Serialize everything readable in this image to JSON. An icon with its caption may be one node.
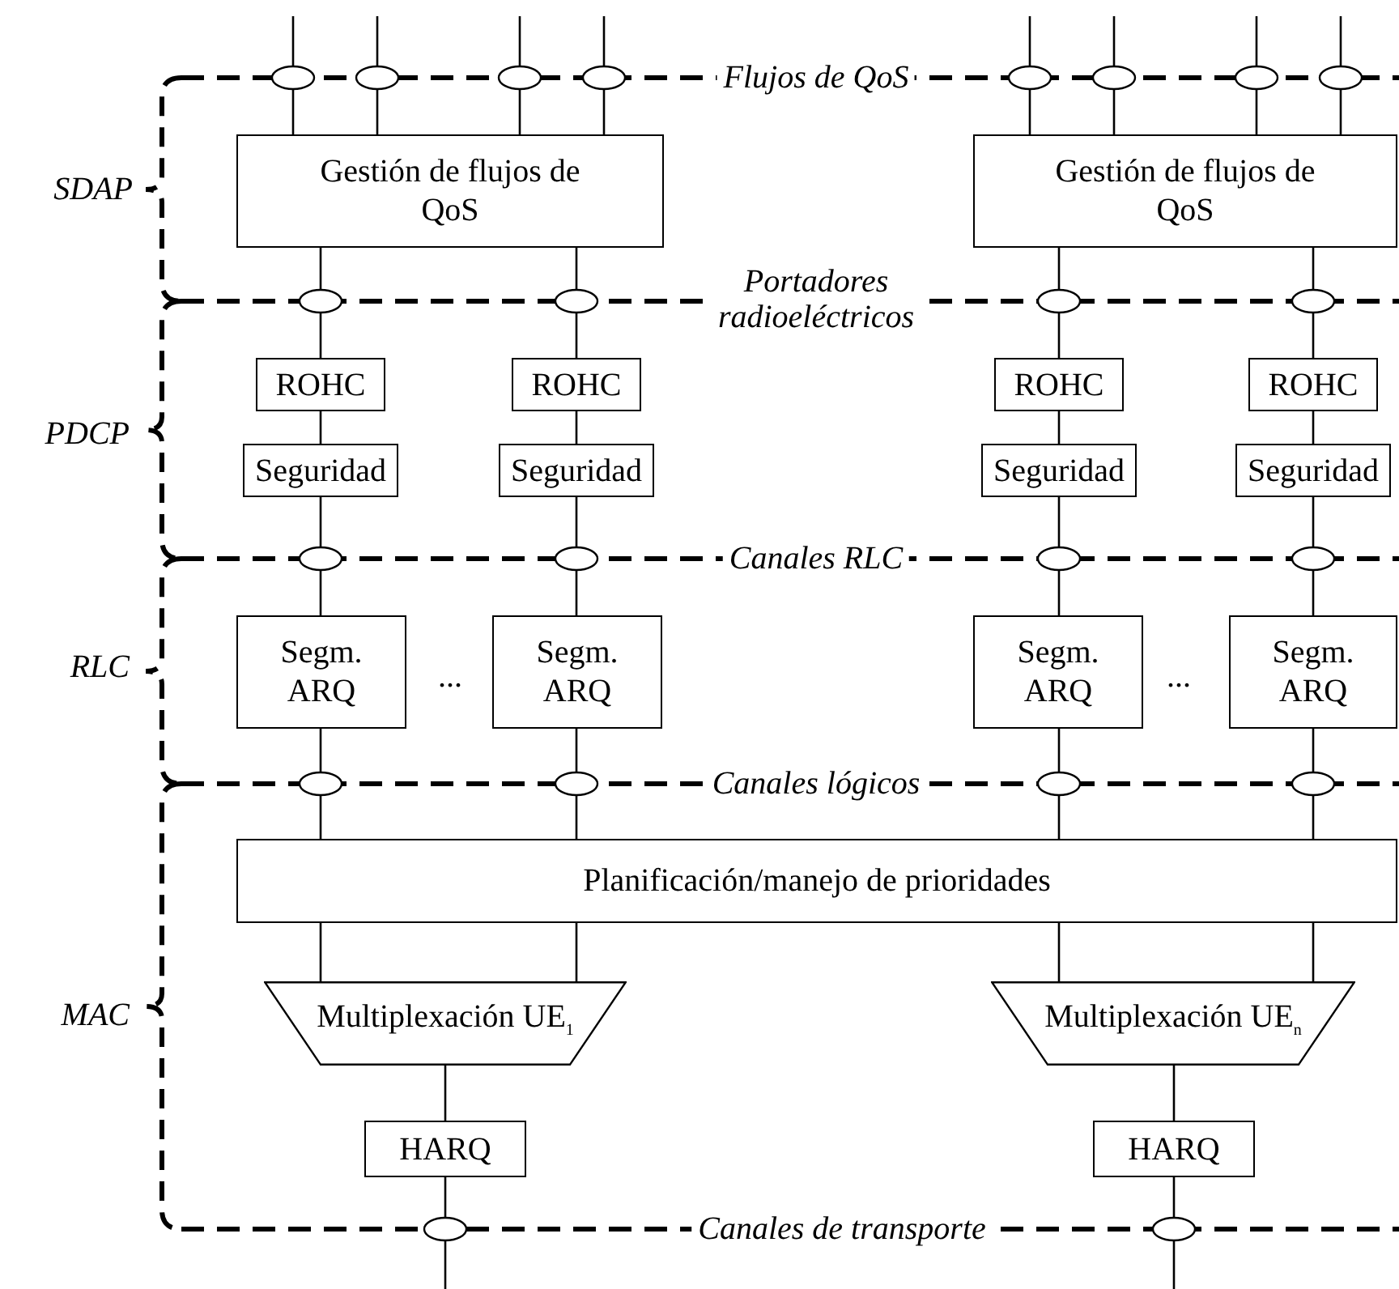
{
  "diagram": {
    "nodes": [
      {
        "text": [
          "Gestión de flujos de QoS"
        ]
      },
      {
        "text": [
          "Gestión de flujos de QoS"
        ]
      },
      {
        "text": [
          "ROHC"
        ]
      },
      {
        "text": [
          "ROHC"
        ]
      },
      {
        "text": [
          "ROHC"
        ]
      },
      {
        "text": [
          "ROHC"
        ]
      },
      {
        "text": [
          "Seguridad"
        ]
      },
      {
        "text": [
          "Seguridad"
        ]
      },
      {
        "text": [
          "Seguridad"
        ]
      },
      {
        "text": [
          "Seguridad"
        ]
      },
      {
        "text": [
          "Segm. ARQ"
        ]
      },
      {
        "text": [
          "Segm. ARQ"
        ]
      },
      {
        "text": [
          "Segm. ARQ"
        ]
      },
      {
        "text": [
          "Segm. ARQ"
        ]
      },
      {
        "text": [
          "Planificación/manejo de prioridades"
        ]
      },
      {
        "text": [
          "Multiplexación UE$_{1}$"
        ]
      },
      {
        "text": [
          "Multiplexación UE$_{n}$"
        ]
      },
      {
        "text": [
          "HARQ"
        ]
      },
      {
        "text": [
          "HARQ"
        ]
      }
    ],
    "edges": [
      {
        "from": null,
        "to": 0,
        "arrow": "none"
      },
      {
        "from": null,
        "to": 0,
        "arrow": "none"
      },
      {
        "from": null,
        "to": 0,
        "arrow": "none"
      },
      {
        "from": null,
        "to": 0,
        "arrow": "none"
      },
      {
        "from": null,
        "to": 1,
        "arrow": "none"
      },
      {
        "from": null,
        "to": 1,
        "arrow": "none"
      },
      {
        "from": null,
        "to": 1,
        "arrow": "none"
      },
      {
        "from": null,
        "to": 1,
        "arrow": "none"
      },
      {
        "from": 0,
        "to": 2,
        "arrow": "none"
      },
      {
        "from": 0,
        "to": 3,
        "arrow": "none"
      },
      {
        "from": 1,
        "to": 4,
        "arrow": "none"
      },
      {
        "from": 1,
        "to": 5,
        "arrow": "none"
      },
      {
        "from": 2,
        "to": 6,
        "arrow": "none"
      },
      {
        "from": 3,
        "to": 7,
        "arrow": "none"
      },
      {
        "from": 4,
        "to": 8,
        "arrow": "none"
      },
      {
        "from": 5,
        "to": 9,
        "arrow": "none"
      },
      {
        "from": 6,
        "to": 10,
        "arrow": "none"
      },
      {
        "from": 7,
        "to": 11,
        "arrow": "none"
      },
      {
        "from": 8,
        "to": 12,
        "arrow": "none"
      },
      {
        "from": 9,
        "to": 13,
        "arrow": "none"
      },
      {
        "from": 10,
        "to": 14,
        "arrow": "none"
      },
      {
        "from": 11,
        "to": 14,
        "arrow": "none"
      },
      {
        "from": 12,
        "to": 14,
        "arrow": "none"
      },
      {
        "from": 13,
        "to": 14,
        "arrow": "none"
      },
      {
        "from": 14,
        "to": 15,
        "arrow": "none"
      },
      {
        "from": 14,
        "to": 15,
        "arrow": "none"
      },
      {
        "from": 14,
        "to": 16,
        "arrow": "none"
      },
      {
        "from": 14,
        "to": 16,
        "arrow": "none"
      },
      {
        "from": 15,
        "to": 17,
        "arrow": "none"
      },
      {
        "from": 16,
        "to": 18,
        "arrow": "none"
      },
      {
        "from": 17,
        "to": null,
        "arrow": "none"
      },
      {
        "from": 18,
        "to": null,
        "arrow": "none"
      }
    ],
    "labels": [
      "Flujos de QoS",
      "SDAP",
      "Portadores radioeléctricos",
      "PDCP",
      "Canales RLC",
      "RLC",
      "...",
      "...",
      "Canales lógicos",
      "MAC",
      "Canales de transporte"
    ]
  }
}
